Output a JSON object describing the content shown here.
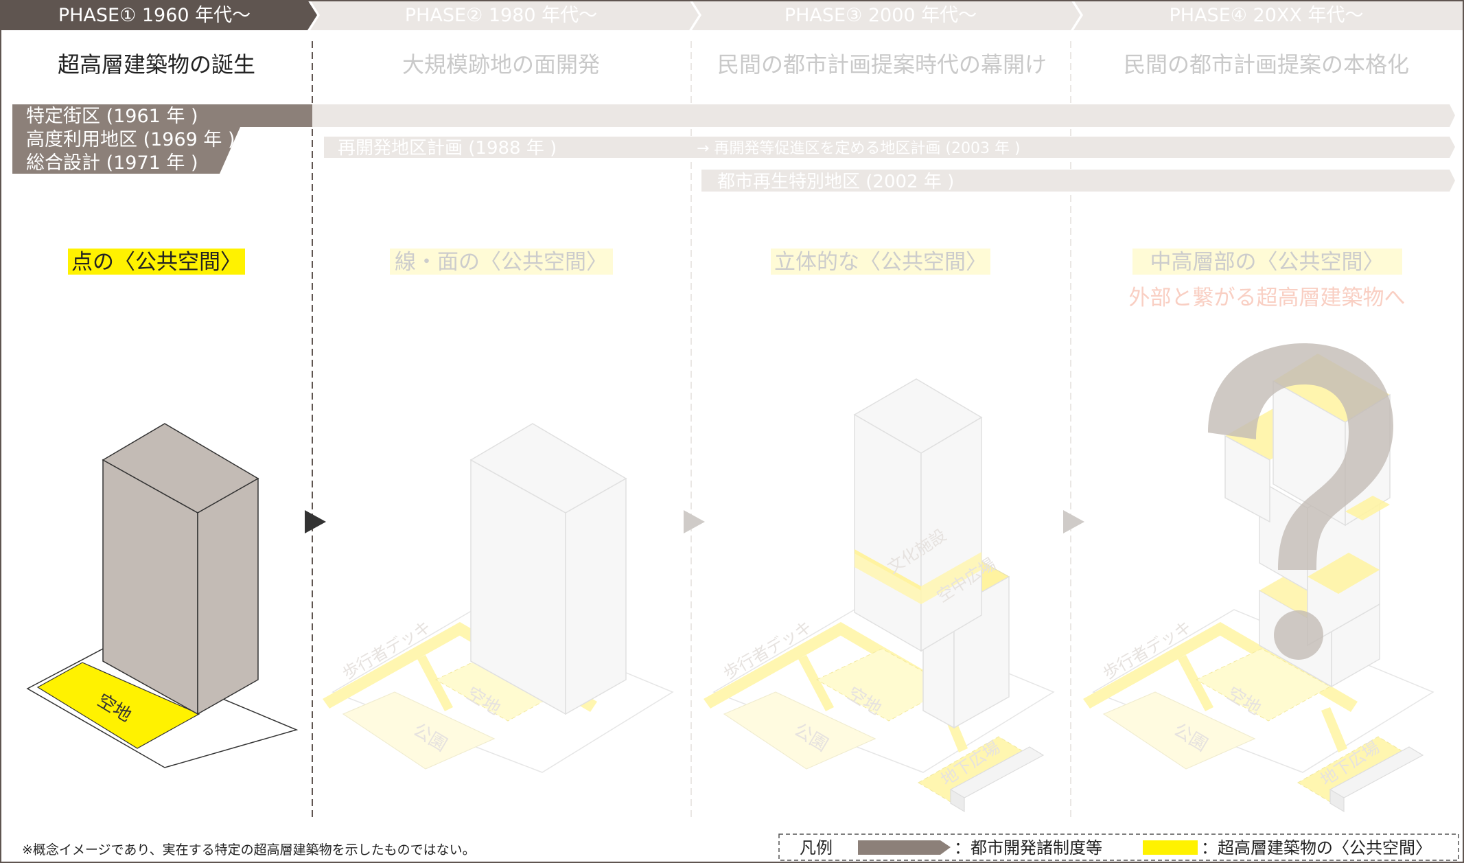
{
  "phases": [
    {
      "label": "PHASE① 1960 年代～",
      "subtitle": "超高層建築物の誕生",
      "space_label": "点の〈公共空間〉",
      "active": true
    },
    {
      "label": "PHASE② 1980 年代～",
      "subtitle": "大規模跡地の面開発",
      "space_label": "線・面の〈公共空間〉",
      "active": false
    },
    {
      "label": "PHASE③ 2000 年代～",
      "subtitle": "民間の都市計画提案時代の幕開け",
      "space_label": "立体的な〈公共空間〉",
      "active": false
    },
    {
      "label": "PHASE④ 20XX 年代～",
      "subtitle": "民間の都市計画提案の本格化",
      "space_label": "中高層部の〈公共空間〉",
      "space_sublabel": "外部と繋がる超高層建築物へ",
      "active": false
    }
  ],
  "systems": {
    "phase1": [
      "特定街区 (1961 年 )",
      "高度利用地区 (1969 年 )",
      "総合設計 (1971 年 )"
    ],
    "phase2": "再開発地区計画 (1988 年 )",
    "phase3a": "→ 再開発等促進区を定める地区計画 (2003 年 )",
    "phase3b": "都市再生特別地区 (2002 年 )"
  },
  "diagram_labels": {
    "open_space": "空地",
    "deck": "歩行者デッキ",
    "park": "公園",
    "culture": "文化施設",
    "sky_plaza": "空中広場",
    "underground_plaza": "地下広場"
  },
  "note": "※概念イメージであり、実在する特定の超高層建築物を示したものではない。",
  "legend": {
    "title": "凡例",
    "system": "：都市開発諸制度等",
    "space": "：超高層建築物の〈公共空間〉"
  },
  "colors": {
    "system_active": "#8c8079",
    "system_faded": "#ebe7e4",
    "public_space": "#fff200",
    "public_space_faded": "#fffbc8",
    "building_active": "#c3bbb5",
    "question_mark": "#c3bbb5"
  }
}
